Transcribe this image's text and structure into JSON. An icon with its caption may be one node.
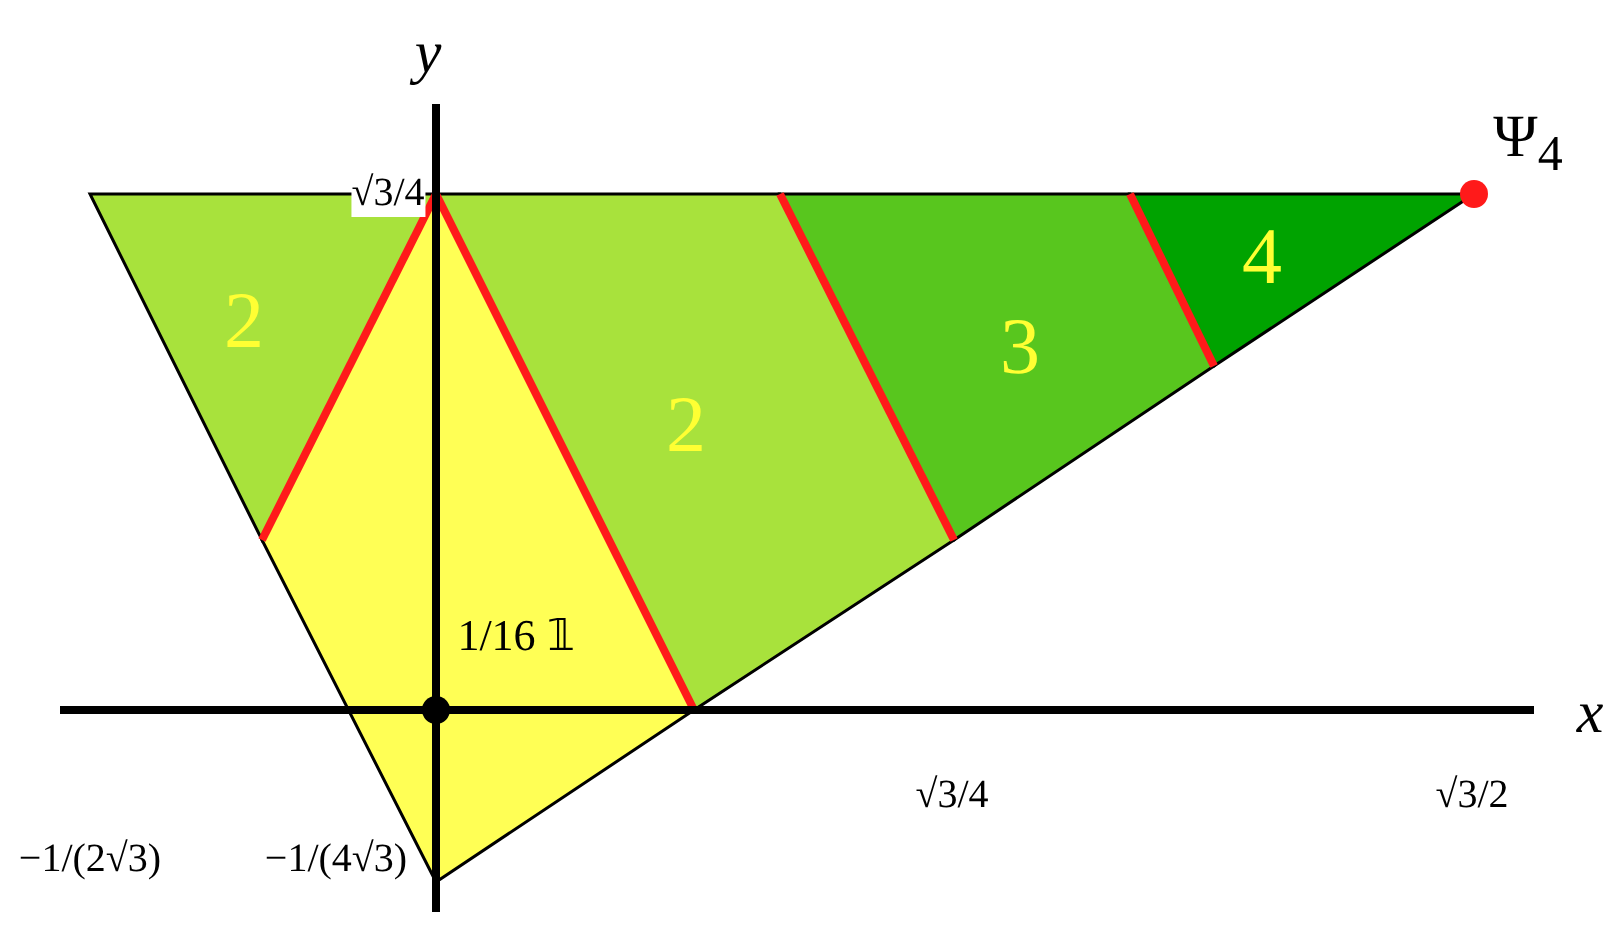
{
  "diagram": {
    "nodes": [
      {
        "text": [
          "2"
        ]
      },
      {
        "text": [
          "2"
        ]
      },
      {
        "text": [
          "3"
        ]
      },
      {
        "text": [
          "4"
        ]
      },
      {
        "text": [
          "1/16 𝟙"
        ]
      }
    ],
    "labels": [
      "y",
      "√3/4",
      "Ψ$_{4}$",
      "x",
      "−1/(2√3)",
      "−1/(4√3)",
      "√3/4",
      "√3/2"
    ]
  }
}
